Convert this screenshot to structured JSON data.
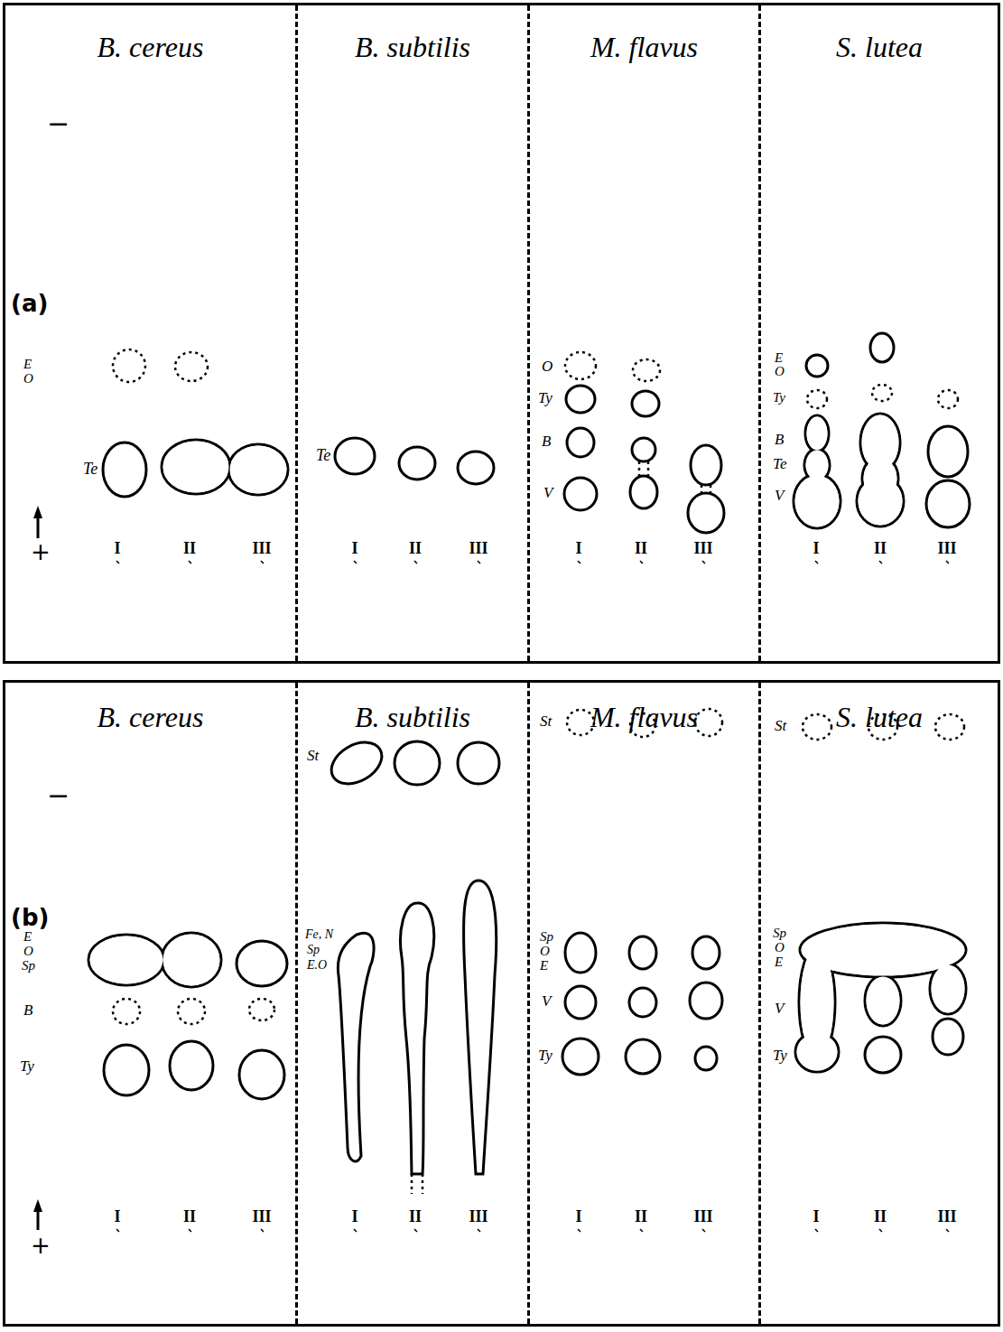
{
  "diagram": {
    "nodes": [
      {
        "text": [
          "(a)"
        ]
      },
      {
        "text": [
          "B. cereus"
        ],
        "in": 0
      },
      {
        "text": [
          "B. subtilis"
        ],
        "in": 0
      },
      {
        "text": [
          "M. flavus"
        ],
        "in": 0
      },
      {
        "text": [
          "S. lutea"
        ],
        "in": 0
      },
      {
        "text": [
          "(b)"
        ]
      },
      {
        "text": [
          "B. cereus"
        ],
        "in": 5
      },
      {
        "text": [
          "B. subtilis"
        ],
        "in": 5
      },
      {
        "text": [
          "M. flavus"
        ],
        "in": 5
      },
      {
        "text": [
          "S. lutea"
        ],
        "in": 5
      }
    ],
    "labels": [
      "−",
      "E",
      "O",
      "Te",
      "+",
      "I",
      "II",
      "III",
      "Te",
      "I",
      "II",
      "III",
      "O",
      "Ty",
      "B",
      "V",
      "I",
      "II",
      "III",
      "E",
      "O",
      "Ty",
      "B",
      "Te",
      "V",
      "I",
      "II",
      "III",
      "−",
      "E",
      "O",
      "Sp",
      "B",
      "Ty",
      "+",
      "I",
      "II",
      "III",
      "St",
      "Fe, N",
      "Sp",
      "E.O",
      "I",
      "II",
      "III",
      "St",
      "Sp",
      "O",
      "E",
      "V",
      "Ty",
      "I",
      "II",
      "III",
      "St",
      "Sp",
      "O",
      "E",
      "V",
      "Ty",
      "I",
      "II",
      "III"
    ]
  }
}
